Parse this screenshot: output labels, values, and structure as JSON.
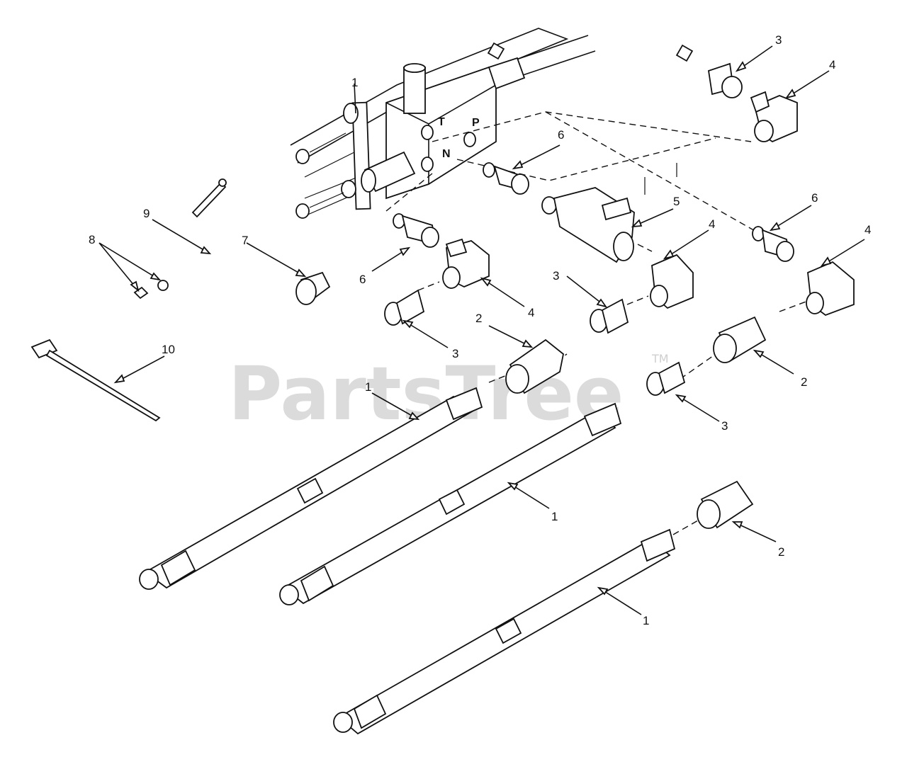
{
  "watermark": {
    "text": "PartsTree",
    "trademark": "TM"
  },
  "ports": {
    "t": "T",
    "p": "P",
    "n": "N"
  },
  "callouts": {
    "valve": "1",
    "hose_a": "1",
    "hose_b": "1",
    "hose_c": "1",
    "coupler_a": "2",
    "coupler_b": "2",
    "coupler_c": "2",
    "adapter_top": "3",
    "adapter_left": "3",
    "adapter_mid": "3",
    "adapter_right": "3",
    "elbow_top": "4",
    "elbow_left": "4",
    "elbow_mid": "4",
    "elbow_right": "4",
    "tee": "5",
    "reducer_top": "6",
    "reducer_left": "6",
    "reducer_right": "6",
    "plug": "7",
    "washer_nut": "8",
    "bolt": "9",
    "cable_tie": "10"
  },
  "colors": {
    "ink": "#111111",
    "paper": "#ffffff",
    "watermark": "#cfcfcf"
  }
}
